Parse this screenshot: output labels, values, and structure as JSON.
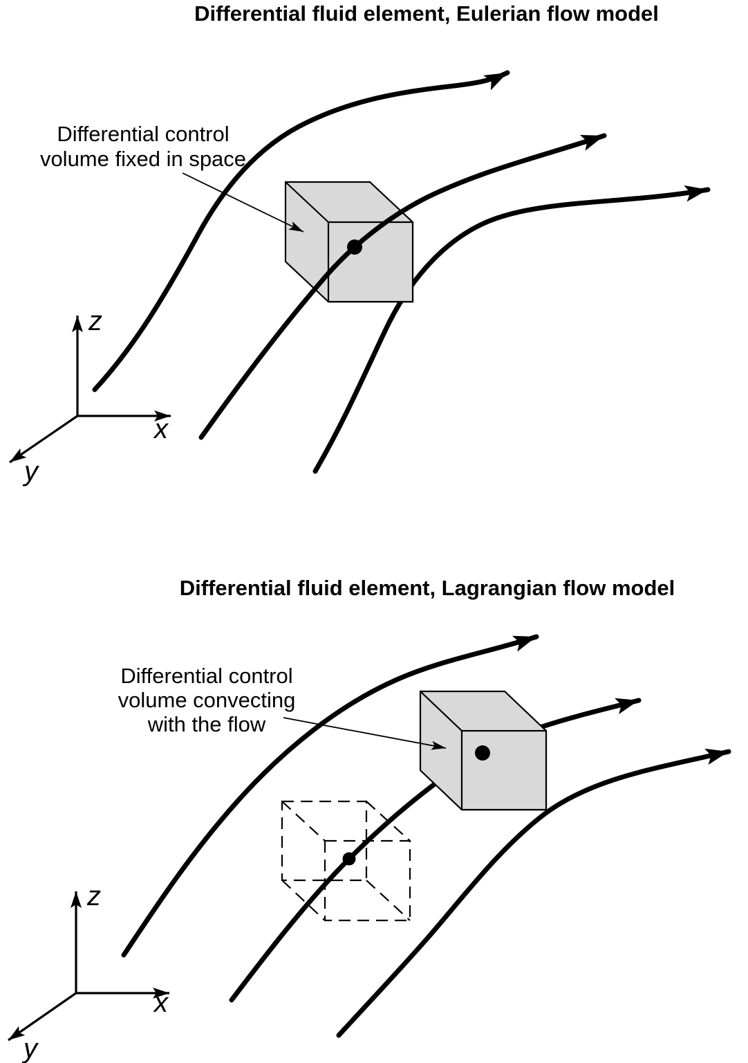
{
  "page": {
    "background": "#ffffff"
  },
  "palette": {
    "ink": "#000000",
    "cube_fill": "#d9d9d9"
  },
  "eulerian": {
    "title": "Differential fluid element, Eulerian flow model",
    "label": {
      "line1": "Differential control",
      "line2": "volume fixed in space"
    },
    "axes": {
      "x_label": "x",
      "y_label": "y",
      "z_label": "z"
    }
  },
  "lagrangian": {
    "title": "Differential fluid element, Lagrangian flow model",
    "label": {
      "line1": "Differential control",
      "line2": "volume convecting",
      "line3": "with the flow"
    },
    "axes": {
      "x_label": "x",
      "y_label": "y",
      "z_label": "z"
    }
  }
}
